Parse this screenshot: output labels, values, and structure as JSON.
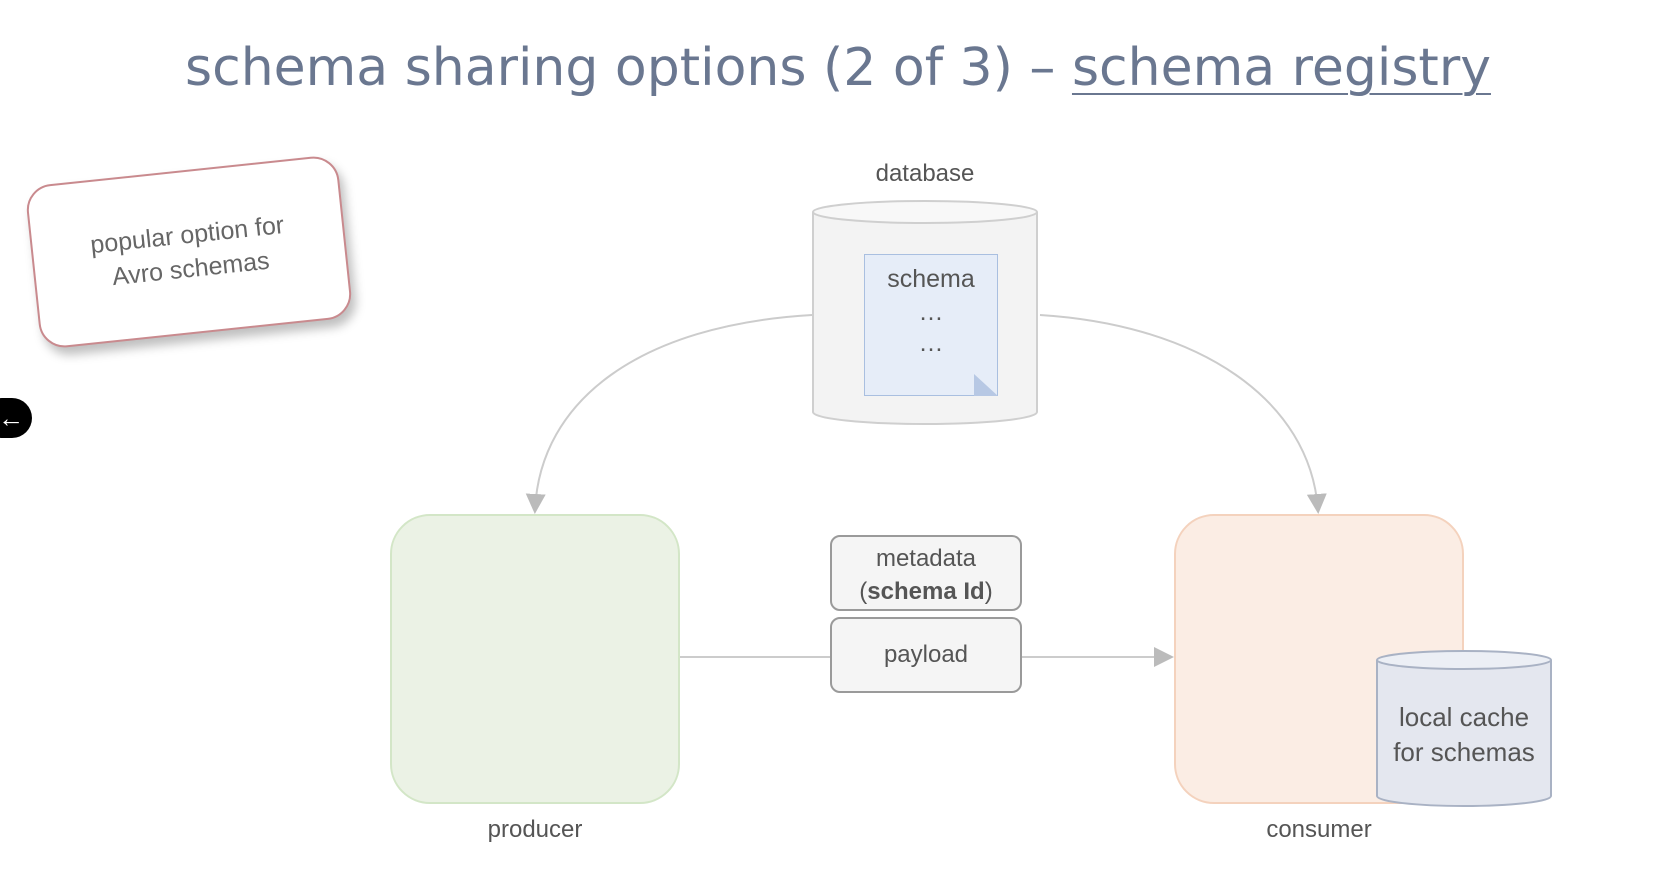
{
  "title": {
    "prefix": "schema sharing options (2 of 3) – ",
    "highlight": "schema registry"
  },
  "note": {
    "line1": "popular option for",
    "line2": "Avro schemas"
  },
  "back_button": {
    "icon": "arrow-left-icon"
  },
  "database": {
    "label": "database",
    "doc": {
      "line1": "schema",
      "line2": "…",
      "line3": "…"
    }
  },
  "producer": {
    "label": "producer"
  },
  "consumer": {
    "label": "consumer",
    "cache": {
      "line1": "local cache",
      "line2": "for schemas"
    }
  },
  "message": {
    "metadata_line1": "metadata",
    "metadata_open": "(",
    "metadata_bold": "schema Id",
    "metadata_close": ")",
    "payload": "payload"
  },
  "colors": {
    "title": "#6a7790",
    "producer_fill": "#ebf2e5",
    "consumer_fill": "#fbede4",
    "doc_fill": "#e6edf8",
    "note_border": "#c98a8e"
  }
}
